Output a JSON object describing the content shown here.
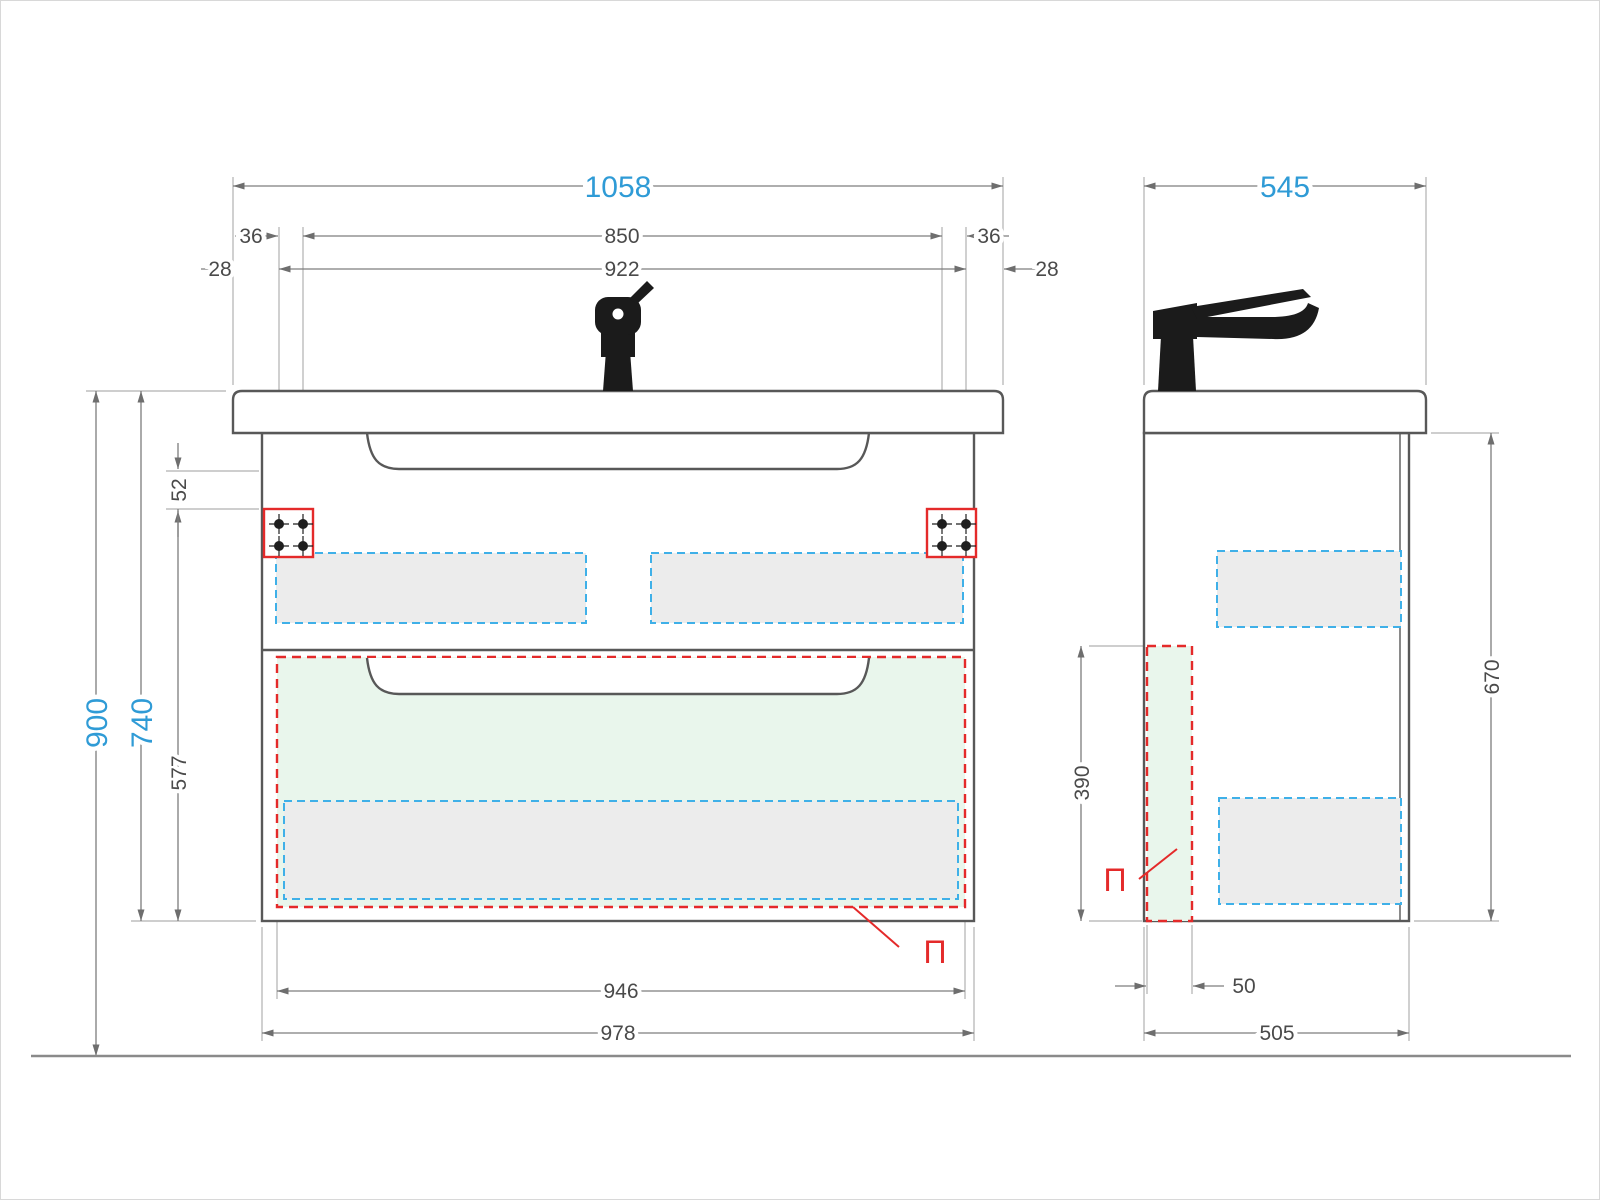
{
  "labels": {
    "panel_front": "П",
    "panel_side": "П"
  },
  "front": {
    "overall_width": "1058",
    "hole_span": "850",
    "mount_span": "922",
    "hole_offset_left": "36",
    "hole_offset_right": "36",
    "edge_offset_left": "28",
    "edge_offset_right": "28",
    "total_height": "900",
    "mount_height": "740",
    "bracket_gap": "52",
    "lower_span": "577",
    "inner_width": "946",
    "cabinet_width": "978"
  },
  "side": {
    "overall_depth": "545",
    "cabinet_height": "670",
    "panel_height": "390",
    "panel_depth": "50",
    "cabinet_depth": "505"
  },
  "colors": {
    "dim_primary_blue": "#2f9bd6",
    "dim_secondary_gray": "#4a4a4a",
    "accent_red": "#e42a2a",
    "dashed_blue": "#3fb0e8",
    "fill_green": "#e9f6ec",
    "fill_gray": "#ececec",
    "object_line": "#585858"
  }
}
